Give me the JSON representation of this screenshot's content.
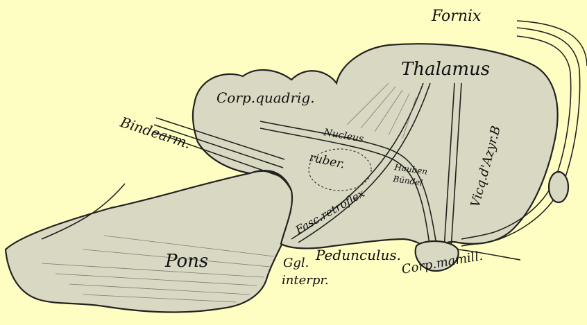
{
  "diagram": {
    "labels": {
      "fornix": "Fornix",
      "thalamus": "Thalamus",
      "corp_quadrig": "Corp.quadrig.",
      "bindearm": "Bindearm.",
      "nucleus": "Nucleus",
      "ruber": "ruber.",
      "hauben": "Hauben",
      "buendel": "Bündel",
      "vicq": "Vicq.d'Azyr.B",
      "fasc_retroflex": "Fasc.retroflex",
      "pons": "Pons",
      "ggl": "Ggl.",
      "interpr": "interpr.",
      "pedunculus": "Pedunculus.",
      "corp_mamill": "Corp.mamill."
    },
    "colors": {
      "background": "#fffec2",
      "tissue": "#d9d8c2",
      "ink": "#222222"
    }
  }
}
